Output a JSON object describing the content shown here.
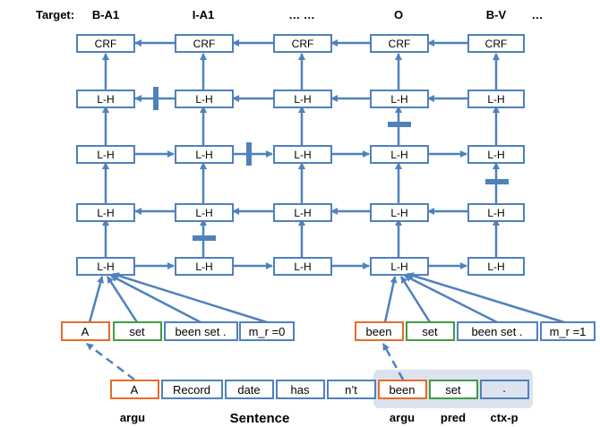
{
  "targets": {
    "prefix": "Target:",
    "labels": [
      "B-A1",
      "I-A1",
      "… …",
      "O",
      "B-V",
      "…"
    ]
  },
  "columns": {
    "crf_label": "CRF",
    "lh_label": "L-H"
  },
  "input_boxes_left": [
    "A",
    "set",
    "been set .",
    "m_r =0"
  ],
  "input_boxes_right": [
    "been",
    "set",
    "been set .",
    "m_r =1"
  ],
  "sentence_tokens": [
    "A",
    "Record",
    "date",
    "has",
    "n’t",
    "been",
    "set",
    "."
  ],
  "bottom_labels": {
    "argu_left": "argu",
    "sentence": "Sentence",
    "argu_right": "argu",
    "pred": "pred",
    "ctx": "ctx-p"
  },
  "colors": {
    "blue": "#4f81bd",
    "orange": "#e46c2a",
    "green": "#3f9d43",
    "highlight": "#dce3ef"
  }
}
